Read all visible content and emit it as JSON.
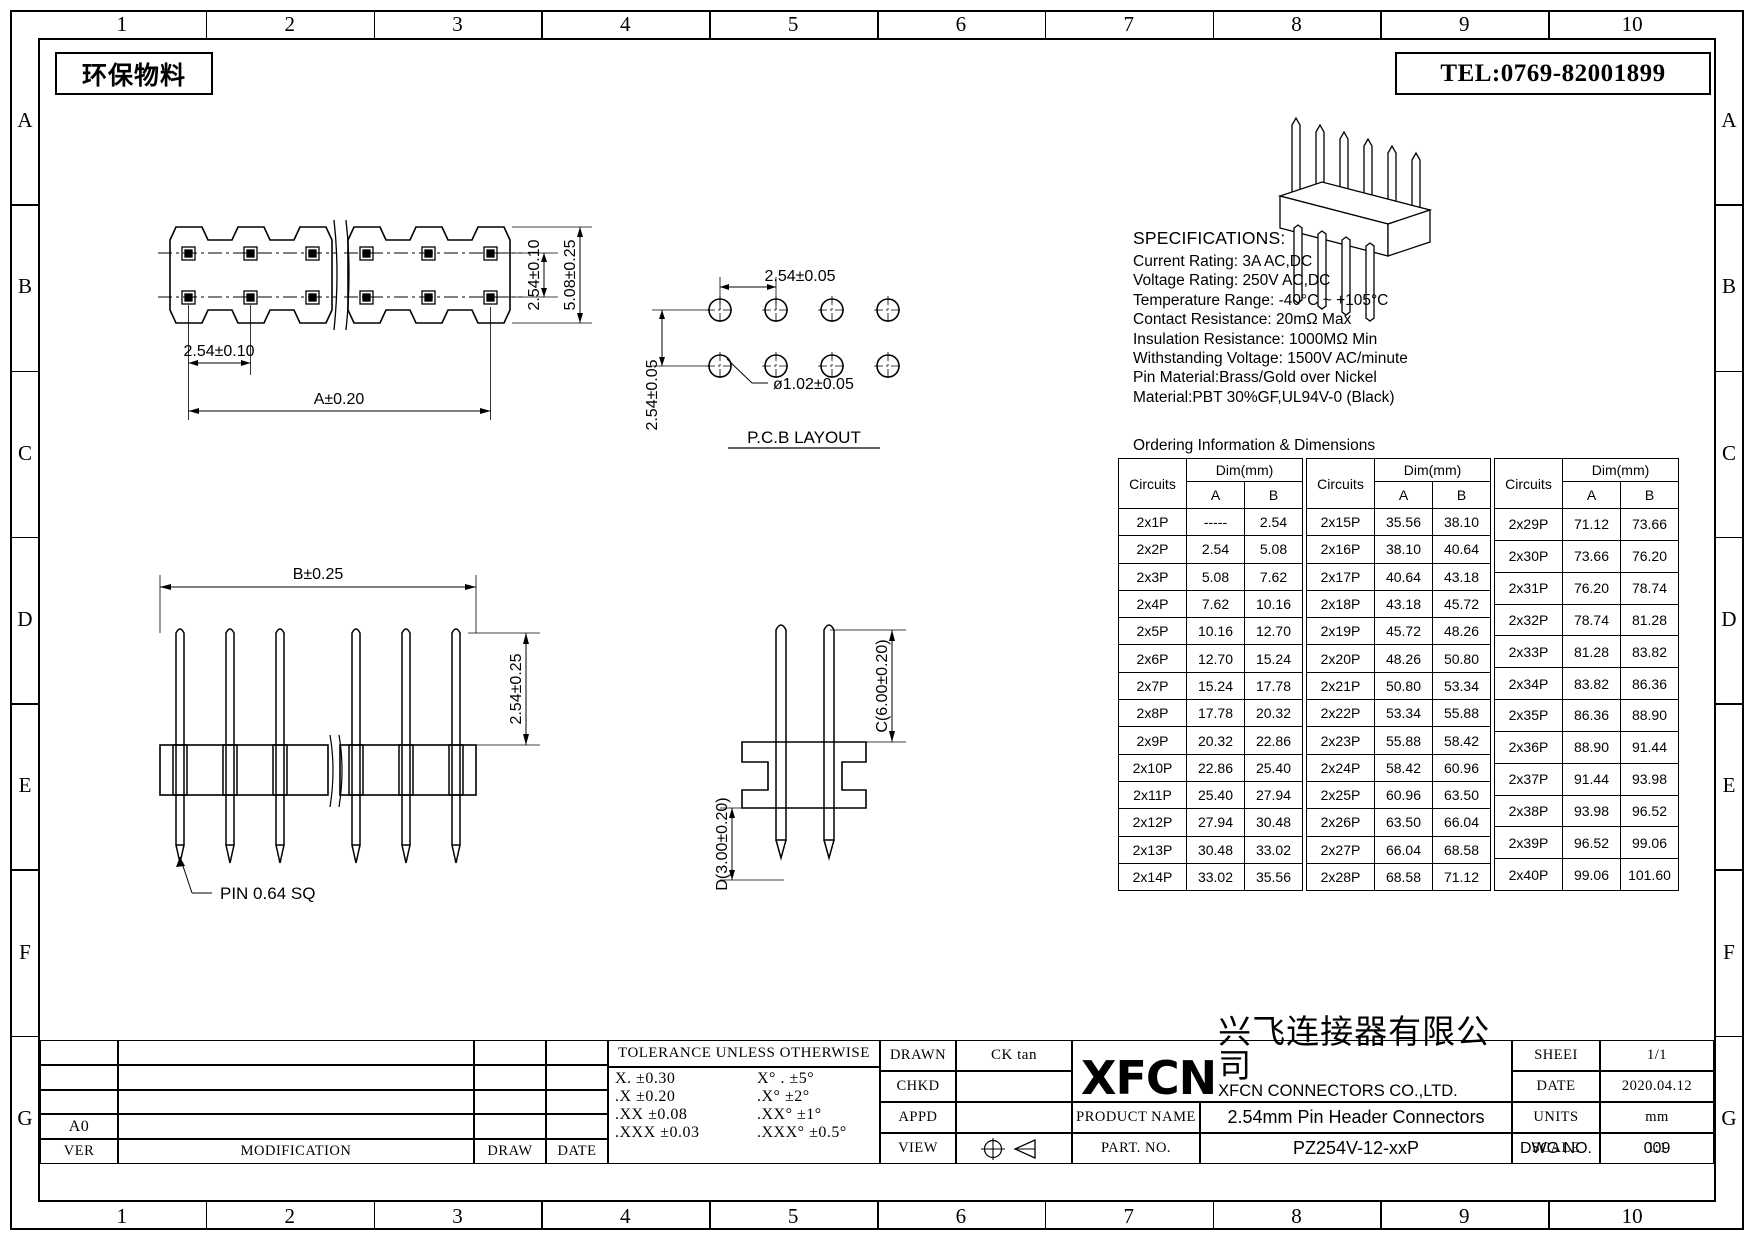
{
  "frame": {
    "zone_numbers": [
      "1",
      "2",
      "3",
      "4",
      "5",
      "6",
      "7",
      "8",
      "9",
      "10"
    ],
    "zone_letters": [
      "A",
      "B",
      "C",
      "D",
      "E",
      "F",
      "G"
    ]
  },
  "header": {
    "eco_label": "环保物料",
    "tel_label": "TEL:0769-82001899"
  },
  "specifications": {
    "heading": "SPECIFICATIONS:",
    "lines": [
      "Current Rating: 3A AC,DC",
      "Voltage Rating: 250V AC,DC",
      "Temperature Range: -40°C ~ +105°C",
      "Contact Resistance: 20mΩ Max",
      "Insulation Resistance: 1000MΩ Min",
      "Withstanding Voltage: 1500V AC/minute",
      "Pin Material:Brass/Gold over Nickel",
      "Material:PBT 30%GF,UL94V-0 (Black)"
    ],
    "ordering_title": "Ordering Information & Dimensions"
  },
  "dim_table": {
    "col_circuits": "Circuits",
    "col_dim": "Dim(mm)",
    "col_a": "A",
    "col_b": "B",
    "blocks": [
      {
        "rows": [
          {
            "circuits": "2x1P",
            "a": "-----",
            "b": "2.54"
          },
          {
            "circuits": "2x2P",
            "a": "2.54",
            "b": "5.08"
          },
          {
            "circuits": "2x3P",
            "a": "5.08",
            "b": "7.62"
          },
          {
            "circuits": "2x4P",
            "a": "7.62",
            "b": "10.16"
          },
          {
            "circuits": "2x5P",
            "a": "10.16",
            "b": "12.70"
          },
          {
            "circuits": "2x6P",
            "a": "12.70",
            "b": "15.24"
          },
          {
            "circuits": "2x7P",
            "a": "15.24",
            "b": "17.78"
          },
          {
            "circuits": "2x8P",
            "a": "17.78",
            "b": "20.32"
          },
          {
            "circuits": "2x9P",
            "a": "20.32",
            "b": "22.86"
          },
          {
            "circuits": "2x10P",
            "a": "22.86",
            "b": "25.40"
          },
          {
            "circuits": "2x11P",
            "a": "25.40",
            "b": "27.94"
          },
          {
            "circuits": "2x12P",
            "a": "27.94",
            "b": "30.48"
          },
          {
            "circuits": "2x13P",
            "a": "30.48",
            "b": "33.02"
          },
          {
            "circuits": "2x14P",
            "a": "33.02",
            "b": "35.56"
          }
        ]
      },
      {
        "rows": [
          {
            "circuits": "2x15P",
            "a": "35.56",
            "b": "38.10"
          },
          {
            "circuits": "2x16P",
            "a": "38.10",
            "b": "40.64"
          },
          {
            "circuits": "2x17P",
            "a": "40.64",
            "b": "43.18"
          },
          {
            "circuits": "2x18P",
            "a": "43.18",
            "b": "45.72"
          },
          {
            "circuits": "2x19P",
            "a": "45.72",
            "b": "48.26"
          },
          {
            "circuits": "2x20P",
            "a": "48.26",
            "b": "50.80"
          },
          {
            "circuits": "2x21P",
            "a": "50.80",
            "b": "53.34"
          },
          {
            "circuits": "2x22P",
            "a": "53.34",
            "b": "55.88"
          },
          {
            "circuits": "2x23P",
            "a": "55.88",
            "b": "58.42"
          },
          {
            "circuits": "2x24P",
            "a": "58.42",
            "b": "60.96"
          },
          {
            "circuits": "2x25P",
            "a": "60.96",
            "b": "63.50"
          },
          {
            "circuits": "2x26P",
            "a": "63.50",
            "b": "66.04"
          },
          {
            "circuits": "2x27P",
            "a": "66.04",
            "b": "68.58"
          },
          {
            "circuits": "2x28P",
            "a": "68.58",
            "b": "71.12"
          }
        ]
      },
      {
        "rows": [
          {
            "circuits": "2x29P",
            "a": "71.12",
            "b": "73.66"
          },
          {
            "circuits": "2x30P",
            "a": "73.66",
            "b": "76.20"
          },
          {
            "circuits": "2x31P",
            "a": "76.20",
            "b": "78.74"
          },
          {
            "circuits": "2x32P",
            "a": "78.74",
            "b": "81.28"
          },
          {
            "circuits": "2x33P",
            "a": "81.28",
            "b": "83.82"
          },
          {
            "circuits": "2x34P",
            "a": "83.82",
            "b": "86.36"
          },
          {
            "circuits": "2x35P",
            "a": "86.36",
            "b": "88.90"
          },
          {
            "circuits": "2x36P",
            "a": "88.90",
            "b": "91.44"
          },
          {
            "circuits": "2x37P",
            "a": "91.44",
            "b": "93.98"
          },
          {
            "circuits": "2x38P",
            "a": "93.98",
            "b": "96.52"
          },
          {
            "circuits": "2x39P",
            "a": "96.52",
            "b": "99.06"
          },
          {
            "circuits": "2x40P",
            "a": "99.06",
            "b": "101.60"
          }
        ]
      }
    ]
  },
  "views": {
    "top_view": {
      "pitch_horizontal": "2.54±0.10",
      "dim_a": "A±0.20",
      "pitch_vertical": "2.54±0.10",
      "width_dim": "5.08±0.25"
    },
    "pcb_layout": {
      "title": "P.C.B LAYOUT",
      "pitch_horizontal": "2.54±0.05",
      "pitch_vertical": "2.54±0.05",
      "hole_dia": "ø1.02±0.05"
    },
    "front_view": {
      "dim_b": "B±0.25",
      "pin_pitch": "2.54±0.25",
      "pin_note": "PIN 0.64 SQ"
    },
    "side_view": {
      "dim_d": "D(3.00±0.20)",
      "dim_c": "C(6.00±0.20)"
    }
  },
  "title_block": {
    "ver_label": "VER",
    "ver_value": "A0",
    "modification_label": "MODIFICATION",
    "draw_label": "DRAW",
    "date_label": "DATE",
    "tolerance_header": "TOLERANCE UNLESS OTHERWISE",
    "tolerance_rows": [
      {
        "left": "X.   ±0.30",
        "right": "X° . ±5°"
      },
      {
        "left": ".X   ±0.20",
        "right": ".X°  ±2°"
      },
      {
        "left": ".XX  ±0.08",
        "right": ".XX° ±1°"
      },
      {
        "left": ".XXX ±0.03",
        "right": ".XXX° ±0.5°"
      }
    ],
    "drawn_label": "DRAWN",
    "drawn_value": "CK tan",
    "chkd_label": "CHKD",
    "chkd_value": "",
    "appd_label": "APPD",
    "appd_value": "",
    "view_label": "VIEW",
    "company_logo": "XFCN",
    "company_cn": "兴飞连接器有限公司",
    "company_en": "XFCN CONNECTORS CO.,LTD.",
    "product_name_label": "PRODUCT NAME",
    "product_name_value": "2.54mm Pin Header Connectors",
    "part_no_label": "PART. NO.",
    "part_no_value": "PZ254V-12-xxP",
    "sheet_label": "SHEEI",
    "sheet_value": "1/1",
    "date2_label": "DATE",
    "date2_value": "2020.04.12",
    "units_label": "UNITS",
    "units_value": "mm",
    "scale_label": "SCALE",
    "scale_value": "1:1",
    "dwg_label": "DWG NO.",
    "dwg_value": "009"
  }
}
